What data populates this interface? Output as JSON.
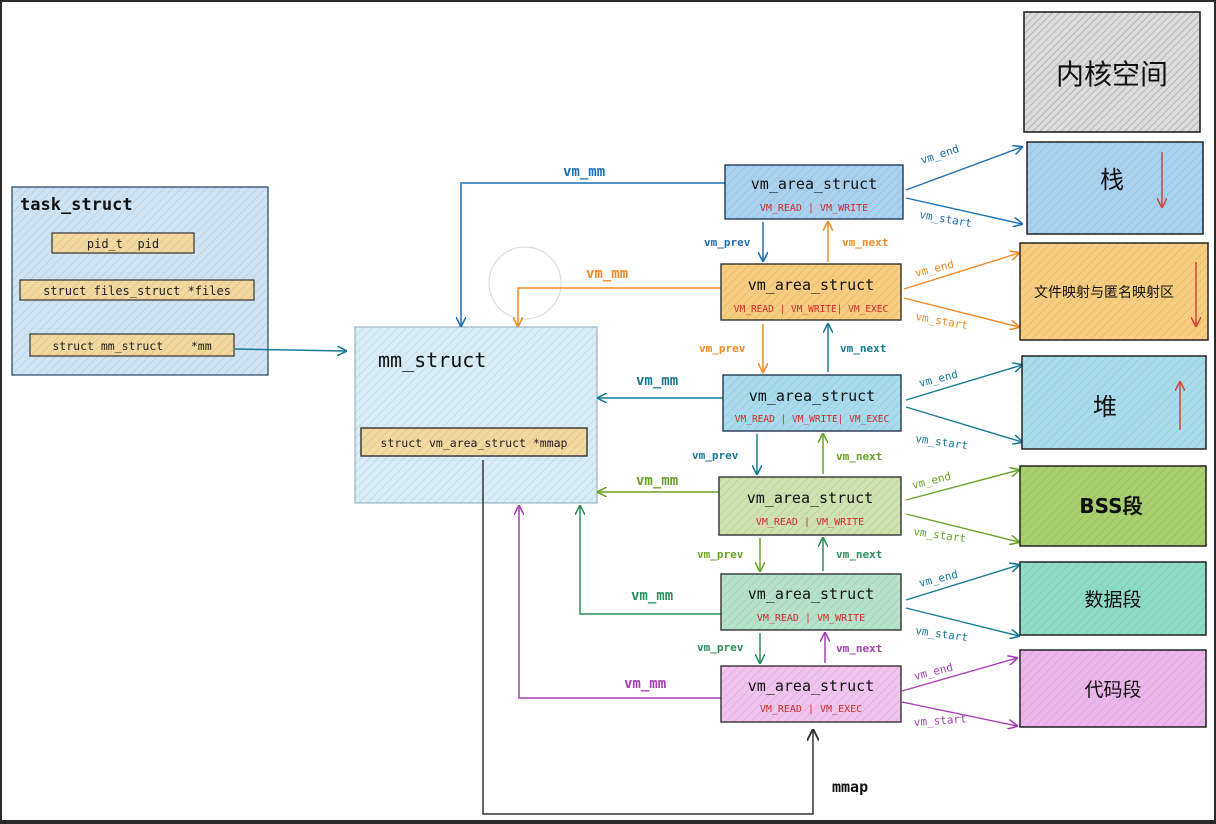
{
  "task_struct": {
    "title": "task_struct",
    "fields": [
      "pid_t  pid",
      "struct files_struct *files",
      "struct mm_struct    *mm"
    ]
  },
  "mm_struct": {
    "title": "mm_struct",
    "field": "struct vm_area_struct *mmap"
  },
  "vm_areas": [
    {
      "title": "vm_area_struct",
      "flags": "VM_READ | VM_WRITE",
      "color": "#1f6fb3"
    },
    {
      "title": "vm_area_struct",
      "flags": "VM_READ | VM_WRITE| VM_EXEC",
      "color": "#f08a24"
    },
    {
      "title": "vm_area_struct",
      "flags": "VM_READ | VM_WRITE| VM_EXEC",
      "color": "#1a7a96"
    },
    {
      "title": "vm_area_struct",
      "flags": "VM_READ | VM_WRITE",
      "color": "#6aa228"
    },
    {
      "title": "vm_area_struct",
      "flags": "VM_READ | VM_WRITE",
      "color": "#2a8f5e"
    },
    {
      "title": "vm_area_struct",
      "flags": "VM_READ | VM_EXEC",
      "color": "#a63fb4"
    }
  ],
  "segments": [
    "内核空间",
    "栈",
    "文件映射与匿名映射区",
    "堆",
    "BSS段",
    "数据段",
    "代码段"
  ],
  "labels": {
    "vm_mm": "vm_mm",
    "vm_prev": "vm_prev",
    "vm_next": "vm_next",
    "vm_end": "vm_end",
    "vm_start": "vm_start",
    "mmap": "mmap"
  },
  "colors": {
    "task_fill": "#cfe3f3",
    "mm_fill": "#d8ecf6",
    "field_fill": "#f3d9a0",
    "flag_text": "#d42a2a",
    "kernel_fill": "#dcdcdc",
    "stack_fill": "#a9d2f0",
    "mmap_fill": "#f8cd7f",
    "heap_fill": "#a8dcec",
    "bss_fill": "#a9cf6f",
    "data_fill": "#8fdcc6",
    "code_fill": "#ecb6ea"
  }
}
